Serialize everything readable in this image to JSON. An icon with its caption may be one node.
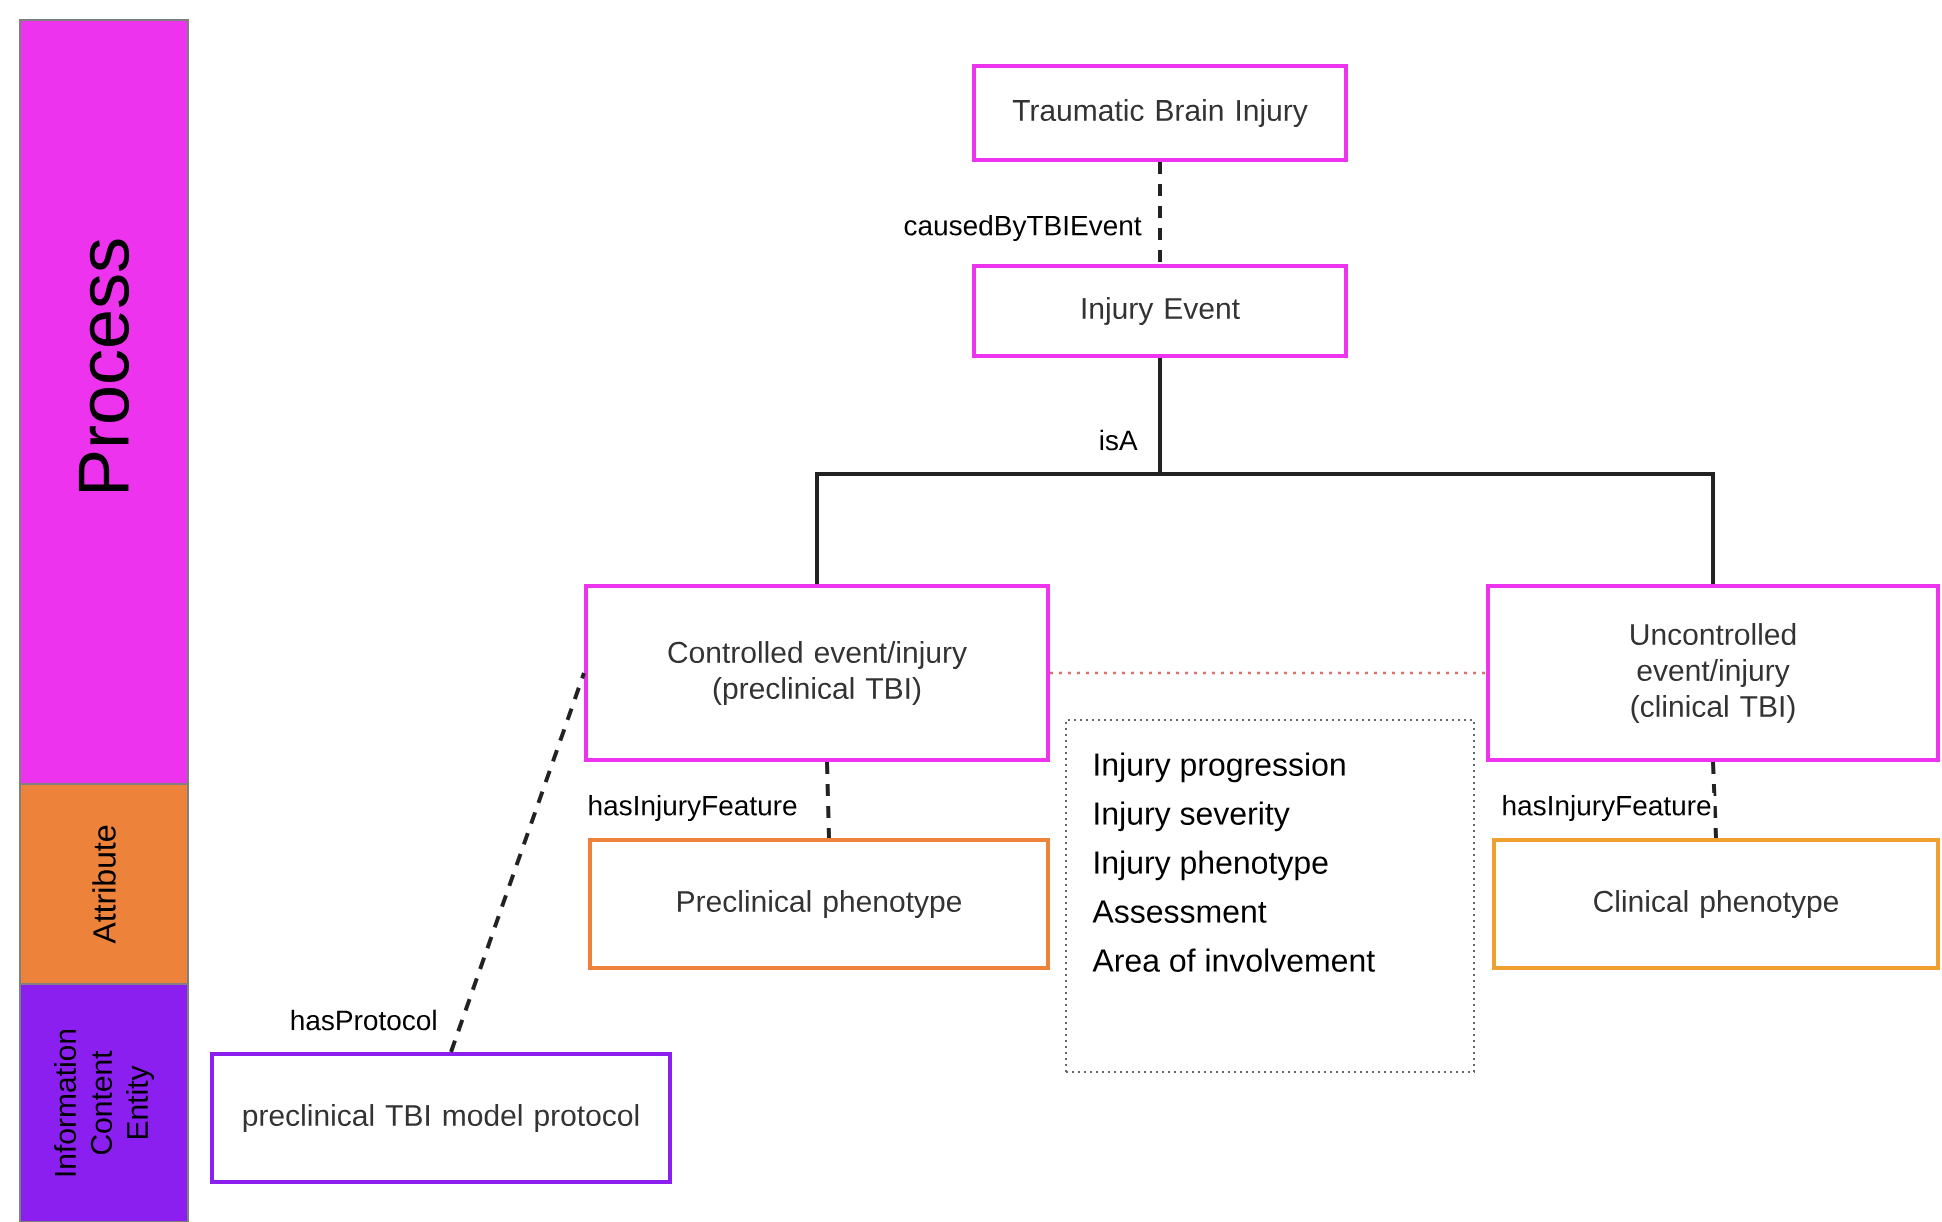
{
  "diagram": {
    "nodes": [
      {
        "text": [
          "Process"
        ]
      },
      {
        "text": [
          "Attribute"
        ]
      },
      {
        "text": [
          "Information Content Entity"
        ]
      },
      {
        "text": [
          "Traumatic Brain Injury"
        ]
      },
      {
        "text": [
          "Injury Event"
        ]
      },
      {
        "text": [
          "Controlled event/injury (preclinical TBI)"
        ]
      },
      {
        "text": [
          "Uncontrolled event/injury (clinical TBI)"
        ]
      },
      {
        "text": [
          "Preclinical phenotype"
        ]
      },
      {
        "text": [
          "Injury progression",
          "Injury severity",
          "Injury phenotype",
          "Assessment",
          "Area of involvement"
        ]
      },
      {
        "text": [
          "Clinical phenotype"
        ]
      },
      {
        "text": [
          "preclinical TBI model protocol"
        ]
      }
    ],
    "edges": [
      {
        "from": 3,
        "to": 4,
        "arrow": "none",
        "style": "dashed",
        "label": "causedByTBIEvent"
      },
      {
        "from": 4,
        "to": 5,
        "arrow": "none",
        "label": "isA"
      },
      {
        "from": 4,
        "to": 6,
        "arrow": "none"
      },
      {
        "from": 5,
        "to": 6,
        "arrow": "none",
        "style": "dashed",
        "color": "#d9736a"
      },
      {
        "from": 5,
        "to": 7,
        "arrow": "none",
        "style": "dashed",
        "label": "hasInjuryFeature"
      },
      {
        "from": 6,
        "to": 9,
        "arrow": "none",
        "style": "dashed",
        "label": "hasInjuryFeature"
      },
      {
        "from": 10,
        "to": 5,
        "arrow": "none",
        "style": "dashed",
        "label": "hasProtocol"
      }
    ]
  }
}
